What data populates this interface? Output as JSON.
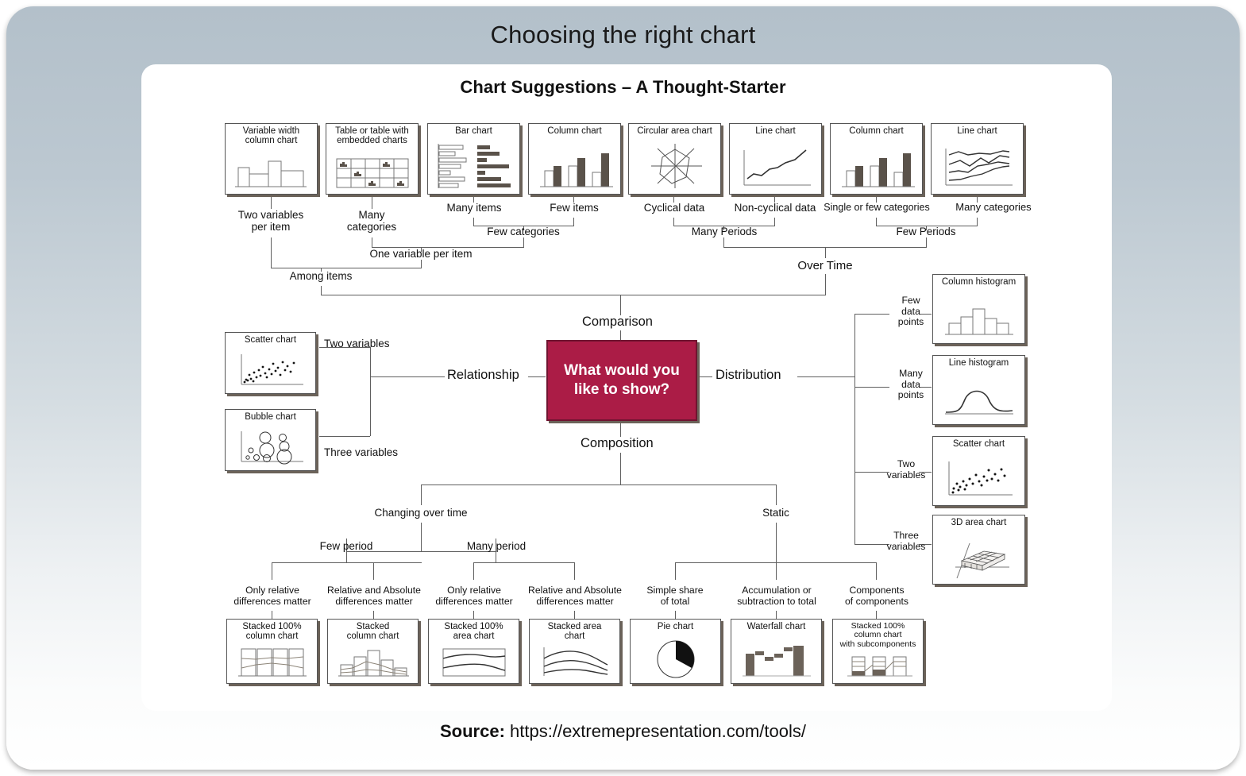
{
  "slide": {
    "title": "Choosing the right chart",
    "diagram_title": "Chart Suggestions – A Thought-Starter",
    "source_label": "Source:",
    "source_url": "https://extremepresentation.com/tools/"
  },
  "center": {
    "question": "What would you\nlike to show?",
    "color": "#ab1c46"
  },
  "branches": {
    "comparison": "Comparison",
    "relationship": "Relationship",
    "distribution": "Distribution",
    "composition": "Composition"
  },
  "comparison": {
    "group_labels": {
      "among_items": "Among items",
      "one_variable_per_item": "One variable per item",
      "few_categories": "Few categories",
      "over_time": "Over Time",
      "many_periods": "Many Periods",
      "few_periods": "Few Periods"
    },
    "leaves": [
      {
        "label": "Two variables\nper item",
        "chart": "Variable width\ncolumn chart",
        "art": "variable-width-column"
      },
      {
        "label": "Many\ncategories",
        "chart": "Table or table with\nembedded charts",
        "art": "table-embedded"
      },
      {
        "label": "Many items",
        "chart": "Bar chart",
        "art": "bar"
      },
      {
        "label": "Few items",
        "chart": "Column chart",
        "art": "column-pairs"
      },
      {
        "label": "Cyclical data",
        "chart": "Circular area chart",
        "art": "radar"
      },
      {
        "label": "Non-cyclical data",
        "chart": "Line chart",
        "art": "line-single"
      },
      {
        "label": "Single or few categories",
        "chart": "Column chart",
        "art": "column-pairs"
      },
      {
        "label": "Many categories",
        "chart": "Line chart",
        "art": "line-multi"
      }
    ]
  },
  "relationship": {
    "leaves": [
      {
        "label": "Two variables",
        "chart": "Scatter chart",
        "art": "scatter"
      },
      {
        "label": "Three variables",
        "chart": "Bubble chart",
        "art": "bubble"
      }
    ]
  },
  "distribution": {
    "leaves": [
      {
        "label": "Few\ndata\npoints",
        "chart": "Column histogram",
        "art": "histogram"
      },
      {
        "label": "Many\ndata\npoints",
        "chart": "Line histogram",
        "art": "bell"
      },
      {
        "label": "Two\nvariables",
        "chart": "Scatter chart",
        "art": "scatter"
      },
      {
        "label": "Three\nvariables",
        "chart": "3D area chart",
        "art": "area3d"
      }
    ]
  },
  "composition": {
    "group_labels": {
      "changing_over_time": "Changing over time",
      "static": "Static",
      "few_period": "Few period",
      "many_period": "Many period"
    },
    "leaves": [
      {
        "label": "Only relative\ndifferences matter",
        "chart": "Stacked 100%\ncolumn chart",
        "art": "stacked100-col"
      },
      {
        "label": "Relative and Absolute\ndifferences matter",
        "chart": "Stacked\ncolumn chart",
        "art": "stacked-col"
      },
      {
        "label": "Only relative\ndifferences matter",
        "chart": "Stacked 100%\narea chart",
        "art": "stacked100-area"
      },
      {
        "label": "Relative and Absolute\ndifferences matter",
        "chart": "Stacked area\nchart",
        "art": "stacked-area"
      },
      {
        "label": "Simple share\nof total",
        "chart": "Pie chart",
        "art": "pie"
      },
      {
        "label": "Accumulation or\nsubtraction to total",
        "chart": "Waterfall chart",
        "art": "waterfall"
      },
      {
        "label": "Components\nof components",
        "chart": "Stacked 100%\ncolumn chart\nwith subcomponents",
        "art": "stacked-sub"
      }
    ]
  }
}
